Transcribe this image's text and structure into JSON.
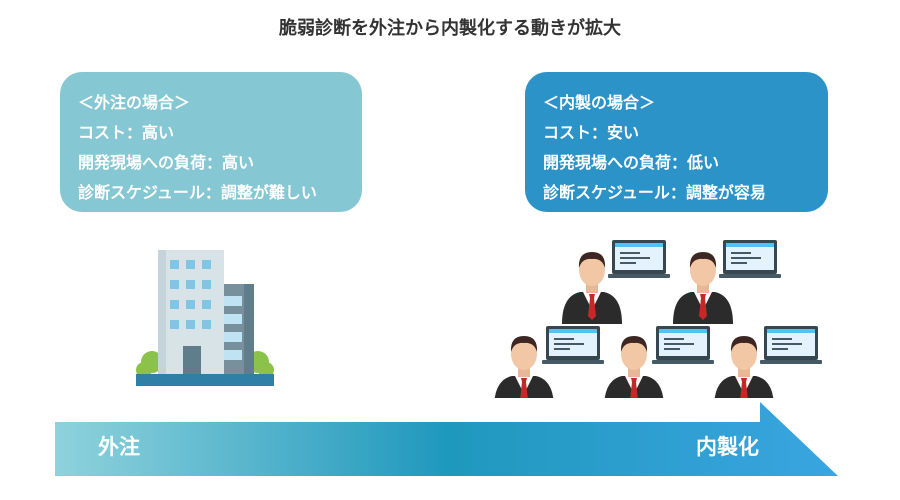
{
  "title": "脆弱診断を外注から内製化する動きが拡大",
  "outsource_box": {
    "heading": "＜外注の場合＞",
    "cost": "コスト：高い",
    "load": "開発現場への負荷：高い",
    "schedule": "診断スケジュール：調整が難しい"
  },
  "inhouse_box": {
    "heading": "＜内製の場合＞",
    "cost": "コスト：安い",
    "load": "開発現場への負荷：低い",
    "schedule": "診断スケジュール：調整が容易"
  },
  "arrow": {
    "left_label": "外注",
    "right_label": "内製化"
  },
  "colors": {
    "outsource_box": "#86c7d4",
    "inhouse_box": "#2c93c8",
    "arrow_start": "#8fd2dc",
    "arrow_mid": "#1f98bd",
    "arrow_end": "#3aa5e1"
  },
  "icons": {
    "outsource": "office-building-icon",
    "inhouse": "developer-at-laptop-icon"
  }
}
